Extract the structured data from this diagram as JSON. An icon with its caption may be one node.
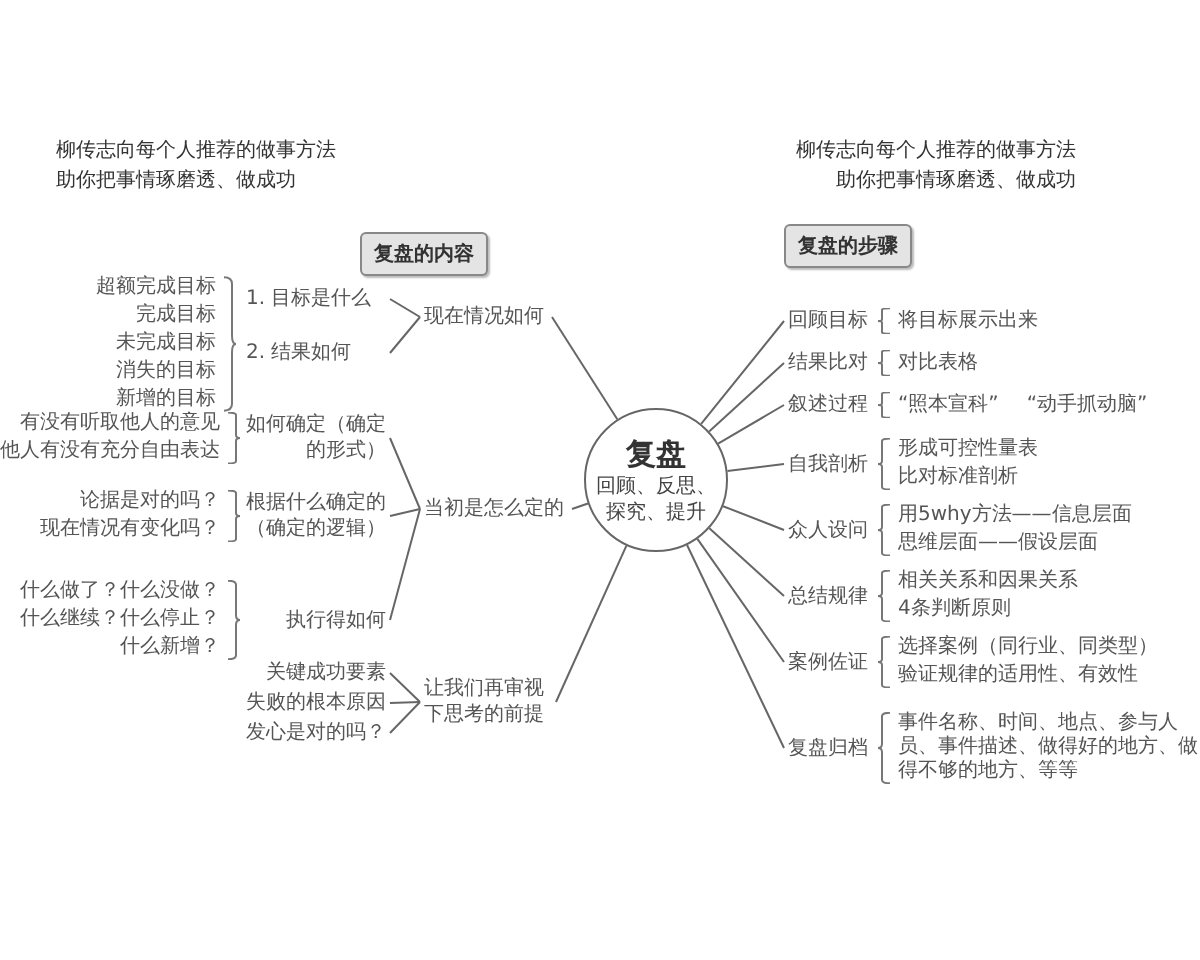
{
  "diagram": {
    "nodes": [
      {
        "text": [
          "复盘的内容"
        ]
      },
      {
        "text": [
          "复盘的步骤"
        ]
      },
      {
        "text": [
          "复盘",
          "回顾、反思、探究、提升"
        ]
      },
      {
        "text": [
          "现在情况如何"
        ]
      },
      {
        "text": [
          "1. 目标是什么"
        ]
      },
      {
        "text": [
          "2. 结果如何"
        ]
      },
      {
        "text": [
          "当初是怎么定的"
        ]
      },
      {
        "text": [
          "如何确定（确定的形式）"
        ],
        "beside": [
          "有没有听取他人的意见",
          "他人有没有充分自由表达"
        ]
      },
      {
        "text": [
          "根据什么确定的（确定的逻辑）"
        ],
        "beside": [
          "论据是对的吗？",
          "现在情况有变化吗？"
        ]
      },
      {
        "text": [
          "执行得如何"
        ],
        "beside": [
          "什么做了？什么没做？",
          "什么继续？什么停止？",
          "什么新增？"
        ]
      },
      {
        "text": [
          "让我们再审视下思考的前提"
        ]
      },
      {
        "text": [
          "关键成功要素"
        ]
      },
      {
        "text": [
          "失败的根本原因"
        ]
      },
      {
        "text": [
          "发心是对的吗？"
        ]
      },
      {
        "text": [
          "回顾目标"
        ],
        "beside": [
          "将目标展示出来"
        ]
      },
      {
        "text": [
          "结果比对"
        ],
        "beside": [
          "对比表格"
        ]
      },
      {
        "text": [
          "叙述过程"
        ],
        "beside": [
          "“照本宣科”",
          "“动手抓动脑”"
        ]
      },
      {
        "text": [
          "自我剖析"
        ],
        "beside": [
          "形成可控性量表",
          "比对标准剖析"
        ]
      },
      {
        "text": [
          "众人设问"
        ],
        "beside": [
          "用5why方法——信息层面",
          "思维层面——假设层面"
        ]
      },
      {
        "text": [
          "总结规律"
        ],
        "beside": [
          "相关关系和因果关系",
          "4条判断原则"
        ]
      },
      {
        "text": [
          "案例佐证"
        ],
        "beside": [
          "选择案例（同行业、同类型）",
          "验证规律的适用性、有效性"
        ]
      },
      {
        "text": [
          "复盘归档"
        ],
        "beside": [
          "事件名称、时间、地点、参与人员、事件描述、做得好的地方、做得不够的地方、等等"
        ]
      }
    ],
    "edges": [
      {
        "from": 2,
        "to": 3,
        "arrow": "none"
      },
      {
        "from": 3,
        "to": 4,
        "arrow": "none"
      },
      {
        "from": 3,
        "to": 5,
        "arrow": "none"
      },
      {
        "from": 2,
        "to": 6,
        "arrow": "none"
      },
      {
        "from": 6,
        "to": 7,
        "arrow": "none"
      },
      {
        "from": 6,
        "to": 8,
        "arrow": "none"
      },
      {
        "from": 6,
        "to": 9,
        "arrow": "none"
      },
      {
        "from": 2,
        "to": 10,
        "arrow": "none"
      },
      {
        "from": 10,
        "to": 11,
        "arrow": "none"
      },
      {
        "from": 10,
        "to": 12,
        "arrow": "none"
      },
      {
        "from": 10,
        "to": 13,
        "arrow": "none"
      },
      {
        "from": 2,
        "to": 14,
        "arrow": "none"
      },
      {
        "from": 2,
        "to": 15,
        "arrow": "none"
      },
      {
        "from": 2,
        "to": 16,
        "arrow": "none"
      },
      {
        "from": 2,
        "to": 17,
        "arrow": "none"
      },
      {
        "from": 2,
        "to": 18,
        "arrow": "none"
      },
      {
        "from": 2,
        "to": 19,
        "arrow": "none"
      },
      {
        "from": 2,
        "to": 20,
        "arrow": "none"
      },
      {
        "from": 2,
        "to": 21,
        "arrow": "none"
      }
    ],
    "labels": [
      "柳传志向每个人推荐的做事方法",
      "助你把事情琢磨透、做成功",
      "柳传志向每个人推荐的做事方法",
      "助你把事情琢磨透、做成功",
      "超额完成目标",
      "完成目标",
      "未完成目标",
      "消失的目标",
      "新增的目标"
    ]
  }
}
